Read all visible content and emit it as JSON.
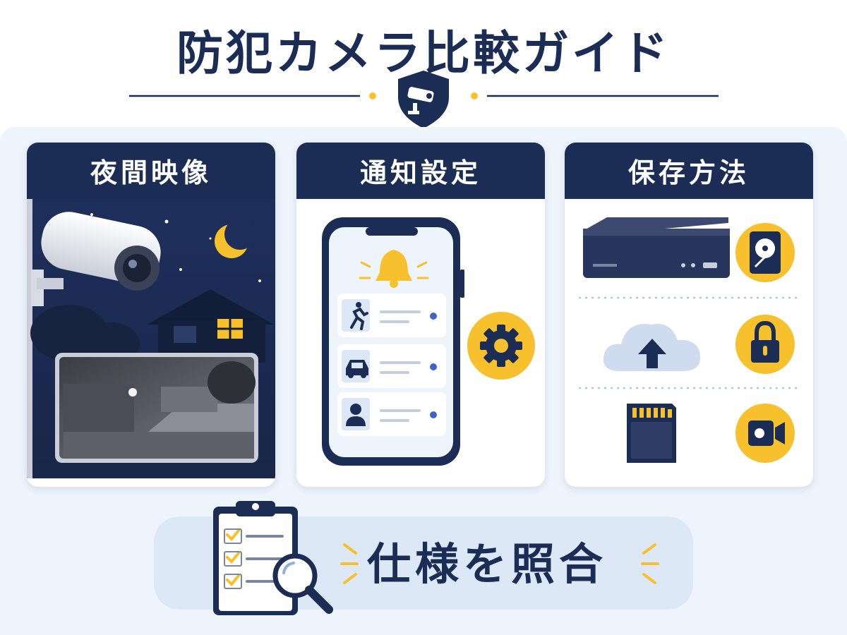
{
  "title": "防犯カメラ比較ガイド",
  "cards": [
    {
      "heading": "夜間映像",
      "icons": [
        "security-camera-icon",
        "moon-icon",
        "house-icon"
      ]
    },
    {
      "heading": "通知設定",
      "icons": [
        "bell-icon",
        "running-person-icon",
        "car-icon",
        "person-icon",
        "gear-icon"
      ]
    },
    {
      "heading": "保存方法",
      "icons": [
        "recorder-device-icon",
        "hard-drive-icon",
        "cloud-upload-icon",
        "lock-icon",
        "sd-card-icon",
        "video-camera-icon"
      ]
    }
  ],
  "footer": {
    "label": "仕様を照合",
    "icons": [
      "clipboard-checklist-icon",
      "magnifier-icon"
    ]
  },
  "colors": {
    "navy": "#1b2d55",
    "accent_yellow": "#f6c12c",
    "panel_bg": "#eef4fc",
    "blue_dot": "#3f63c8"
  }
}
